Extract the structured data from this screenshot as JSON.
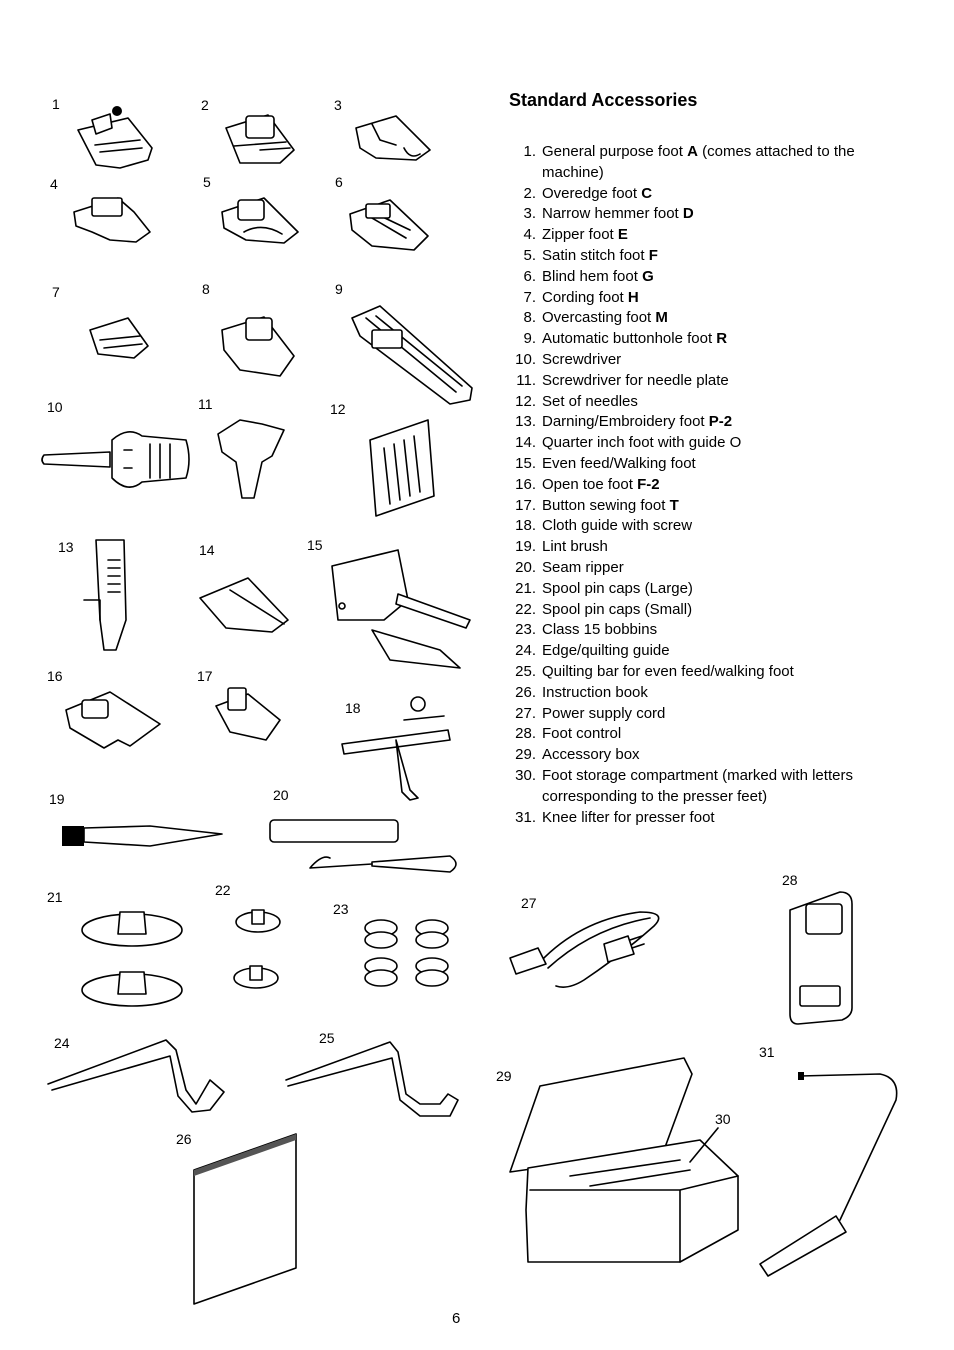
{
  "heading": "Standard Accessories",
  "page_number": "6",
  "callouts": [
    "1",
    "2",
    "3",
    "4",
    "5",
    "6",
    "7",
    "8",
    "9",
    "10",
    "11",
    "12",
    "13",
    "14",
    "15",
    "16",
    "17",
    "18",
    "19",
    "20",
    "21",
    "22",
    "23",
    "24",
    "25",
    "26",
    "27",
    "28",
    "29",
    "30",
    "31"
  ],
  "accessories": [
    {
      "num": "1.",
      "text": "General purpose foot ",
      "bold": "A",
      "suffix": " (comes attached to the machine)"
    },
    {
      "num": "2.",
      "text": "Overedge foot ",
      "bold": "C",
      "suffix": ""
    },
    {
      "num": "3.",
      "text": "Narrow hemmer foot ",
      "bold": "D",
      "suffix": ""
    },
    {
      "num": "4.",
      "text": "Zipper foot ",
      "bold": "E",
      "suffix": ""
    },
    {
      "num": "5.",
      "text": "Satin stitch foot ",
      "bold": "F",
      "suffix": ""
    },
    {
      "num": "6.",
      "text": "Blind hem foot ",
      "bold": "G",
      "suffix": ""
    },
    {
      "num": "7.",
      "text": "Cording foot ",
      "bold": "H",
      "suffix": ""
    },
    {
      "num": "8.",
      "text": "Overcasting foot ",
      "bold": "M",
      "suffix": ""
    },
    {
      "num": "9.",
      "text": "Automatic buttonhole foot ",
      "bold": "R",
      "suffix": ""
    },
    {
      "num": "10.",
      "text": "Screwdriver",
      "bold": "",
      "suffix": ""
    },
    {
      "num": "11.",
      "text": "Screwdriver for needle plate",
      "bold": "",
      "suffix": ""
    },
    {
      "num": "12.",
      "text": "Set of needles",
      "bold": "",
      "suffix": ""
    },
    {
      "num": "13.",
      "text": "Darning/Embroidery foot ",
      "bold": "P-2",
      "suffix": ""
    },
    {
      "num": "14.",
      "text": "Quarter inch foot with guide O",
      "bold": "",
      "suffix": ""
    },
    {
      "num": "15.",
      "text": "Even feed/Walking foot",
      "bold": "",
      "suffix": ""
    },
    {
      "num": "16.",
      "text": "Open toe foot ",
      "bold": "F-2",
      "suffix": ""
    },
    {
      "num": "17.",
      "text": "Button sewing foot ",
      "bold": "T",
      "suffix": ""
    },
    {
      "num": "18.",
      "text": "Cloth guide with screw",
      "bold": "",
      "suffix": ""
    },
    {
      "num": "19.",
      "text": "Lint brush",
      "bold": "",
      "suffix": ""
    },
    {
      "num": "20.",
      "text": "Seam ripper",
      "bold": "",
      "suffix": ""
    },
    {
      "num": "21.",
      "text": "Spool pin caps (Large)",
      "bold": "",
      "suffix": ""
    },
    {
      "num": "22.",
      "text": "Spool pin caps (Small)",
      "bold": "",
      "suffix": ""
    },
    {
      "num": "23.",
      "text": "Class 15 bobbins",
      "bold": "",
      "suffix": ""
    },
    {
      "num": "24.",
      "text": "Edge/quilting guide",
      "bold": "",
      "suffix": ""
    },
    {
      "num": "25.",
      "text": "Quilting bar for even feed/walking foot",
      "bold": "",
      "suffix": ""
    },
    {
      "num": "26.",
      "text": "Instruction book",
      "bold": "",
      "suffix": ""
    },
    {
      "num": "27.",
      "text": "Power supply cord",
      "bold": "",
      "suffix": ""
    },
    {
      "num": "28.",
      "text": "Foot control",
      "bold": "",
      "suffix": ""
    },
    {
      "num": "29.",
      "text": "Accessory box",
      "bold": "",
      "suffix": ""
    },
    {
      "num": "30.",
      "text": "Foot storage compartment (marked with letters corresponding to the presser feet)",
      "bold": "",
      "suffix": ""
    },
    {
      "num": "31.",
      "text": "Knee lifter for presser foot",
      "bold": "",
      "suffix": ""
    }
  ]
}
